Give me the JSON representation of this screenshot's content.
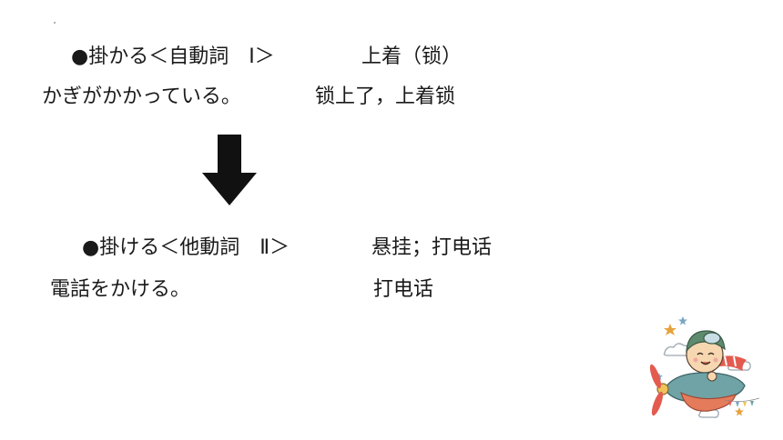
{
  "section1": {
    "headword": "●掛かる＜自動詞　Ⅰ＞",
    "headword_meaning": "上着（锁）",
    "example": "かぎがかかっている。",
    "example_meaning": "锁上了，上着锁"
  },
  "section2": {
    "headword": "●掛ける＜他動詞　Ⅱ＞",
    "headword_meaning": "悬挂；打电话",
    "example": "電話をかける。",
    "example_meaning": "打电话"
  },
  "decor": {
    "arrow_icon": "down-arrow-icon",
    "mascot_icon": "airplane-pilot-mascot-icon",
    "colors": {
      "text": "#1a1a1a",
      "arrow": "#111111"
    }
  }
}
